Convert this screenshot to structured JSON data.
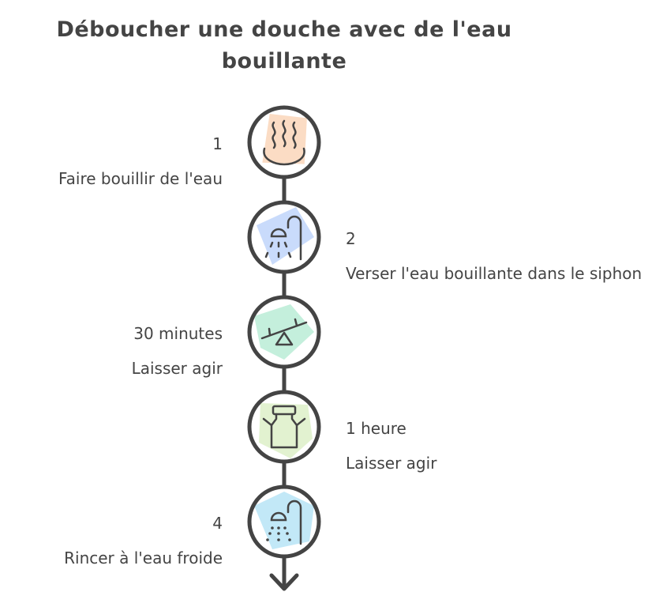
{
  "title": "Déboucher une douche avec de l'eau bouillante",
  "colors": {
    "stroke": "#444444",
    "step1_fill": "#fbdcc4",
    "step2_fill": "#c9dbfb",
    "step3_fill": "#c4efdc",
    "step4_fill": "#e2f2d0",
    "step5_fill": "#c2e8f7"
  },
  "steps": [
    {
      "marker": "1",
      "text": "Faire bouillir de l'eau",
      "icon": "hot-spring-icon",
      "side": "left"
    },
    {
      "marker": "2",
      "text": "Verser l'eau bouillante dans le siphon",
      "icon": "shower-icon",
      "side": "right"
    },
    {
      "marker": "30 minutes",
      "text": "Laisser agir",
      "icon": "seesaw-icon",
      "side": "left"
    },
    {
      "marker": "1 heure",
      "text": "Laisser agir",
      "icon": "milk-jug-icon",
      "side": "right"
    },
    {
      "marker": "4",
      "text": "Rincer à l'eau froide",
      "icon": "shower-dots-icon",
      "side": "left"
    }
  ]
}
